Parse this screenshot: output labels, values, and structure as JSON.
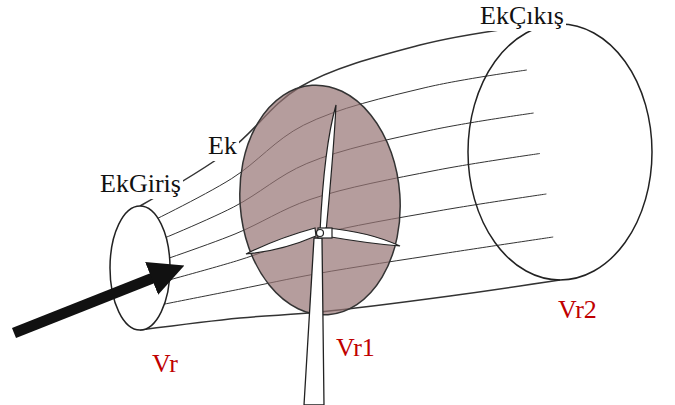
{
  "diagram": {
    "labels": [
      "EkGiriş",
      "Ek",
      "EkÇıkış",
      "Vr",
      "Vr1",
      "Vr2"
    ]
  }
}
